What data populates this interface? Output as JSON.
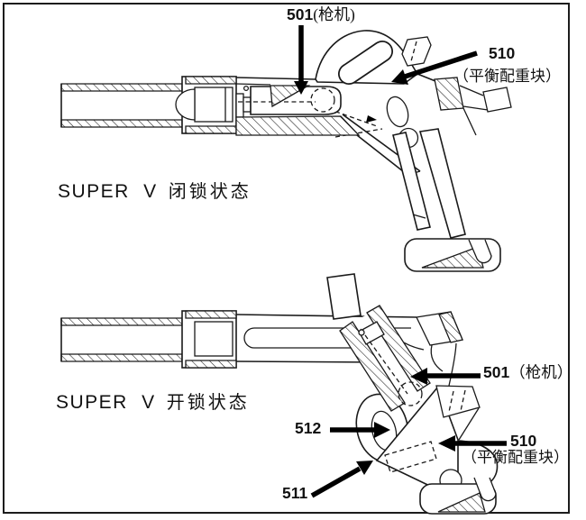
{
  "canvas": {
    "background": "#ffffff",
    "border_color": "#1c1c1c",
    "line_color": "#1a1a1a",
    "arrow_color": "#000000",
    "ink_color": "#111111"
  },
  "locked_view": {
    "title_latin": "SUPER V",
    "title_cjk": "闭锁状态",
    "callout_bolt_num": "501",
    "callout_bolt_name": "(枪机)",
    "callout_weight_num": "510",
    "callout_weight_name": "（平衡配重块）"
  },
  "unlocked_view": {
    "title_latin": "SUPER V",
    "title_cjk": "开锁状态",
    "callout_bolt_num": "501",
    "callout_bolt_name": "（枪机）",
    "callout_weight_num": "510",
    "callout_weight_name": "（平衡配重块）",
    "callout_512": "512",
    "callout_511": "511"
  }
}
